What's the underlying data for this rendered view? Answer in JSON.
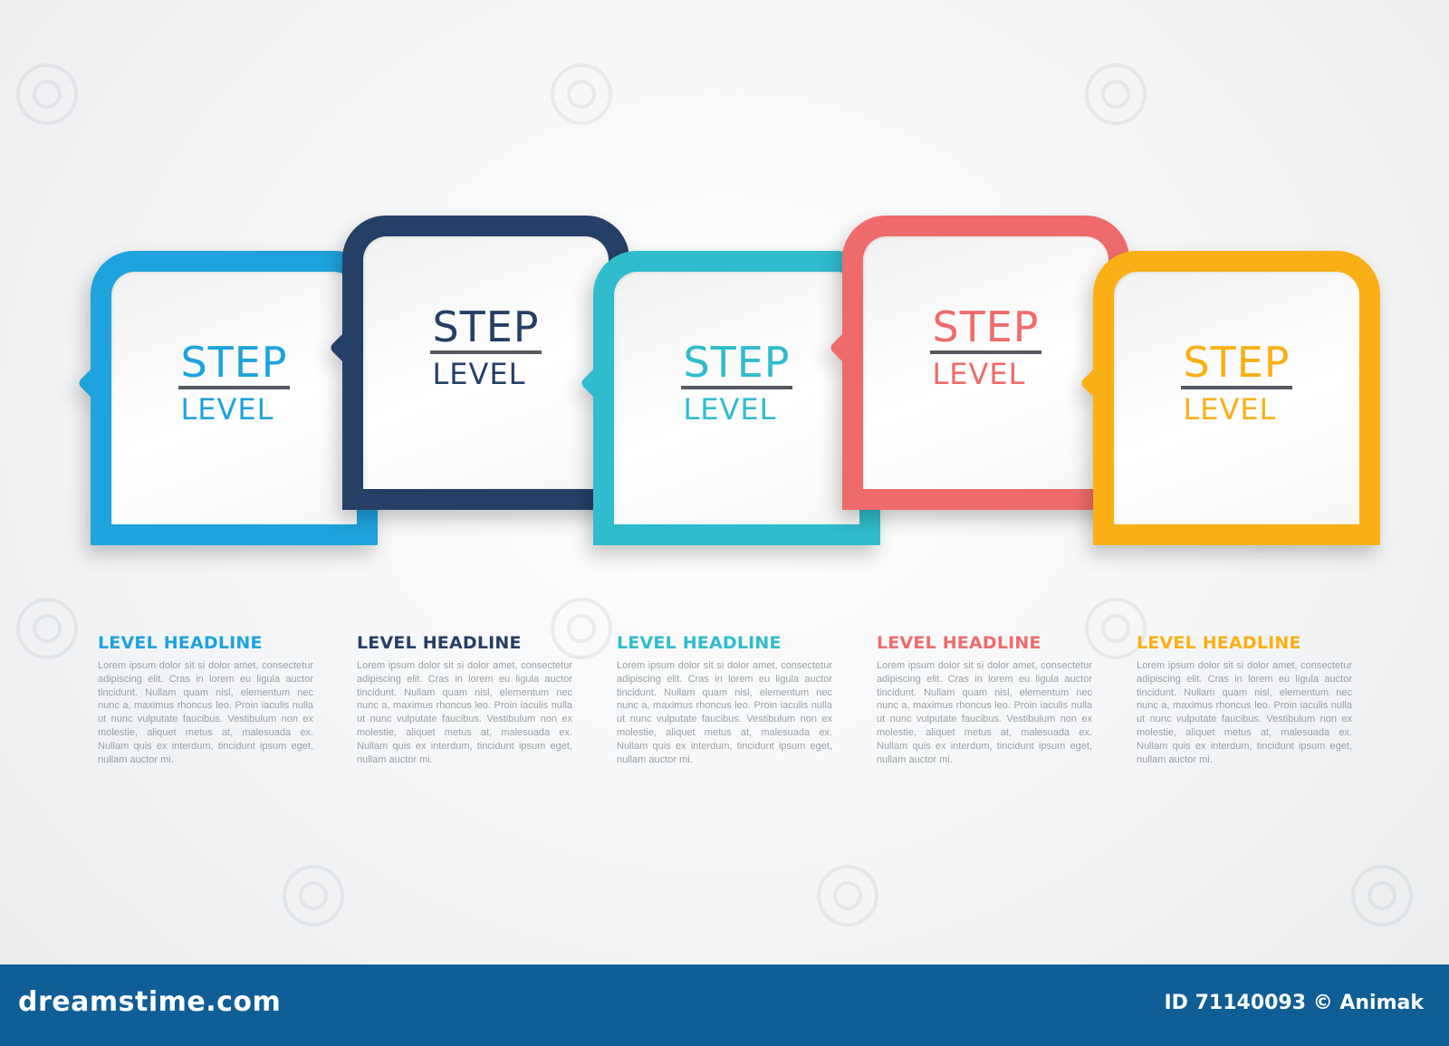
{
  "steps": [
    {
      "step": "STEP",
      "level": "LEVEL",
      "color": "#1ea3dc"
    },
    {
      "step": "STEP",
      "level": "LEVEL",
      "color": "#253f66"
    },
    {
      "step": "STEP",
      "level": "LEVEL",
      "color": "#2fbccd"
    },
    {
      "step": "STEP",
      "level": "LEVEL",
      "color": "#ef6b6b"
    },
    {
      "step": "STEP",
      "level": "LEVEL",
      "color": "#f9b016"
    }
  ],
  "columns": [
    {
      "headline": "LEVEL HEADLINE",
      "body": "Lorem ipsum dolor sit si dolor amet, consectetur adipiscing elit. Cras in lorem eu ligula auctor tincidunt. Nullam quam nisl, elementum nec nunc a, maximus rhoncus leo. Proin iaculis nulla ut nunc vulputate faucibus. Vestibulum non ex molestie, aliquet metus at, malesuada ex. Nullam quis ex interdum, tincidunt ipsum eget, nullam auctor mi."
    },
    {
      "headline": "LEVEL HEADLINE",
      "body": "Lorem ipsum dolor sit si dolor amet, consectetur adipiscing elit. Cras in lorem eu ligula auctor tincidunt. Nullam quam nisl, elementum nec nunc a, maximus rhoncus leo. Proin iaculis nulla ut nunc vulputate faucibus. Vestibulum non ex molestie, aliquet metus at, malesuada ex. Nullam quis ex interdum, tincidunt ipsum eget, nullam auctor mi."
    },
    {
      "headline": "LEVEL HEADLINE",
      "body": "Lorem ipsum dolor sit si dolor amet, consectetur adipiscing elit. Cras in lorem eu ligula auctor tincidunt. Nullam quam nisl, elementum nec nunc a, maximus rhoncus leo. Proin iaculis nulla ut nunc vulputate faucibus. Vestibulum non ex molestie, aliquet metus at, malesuada ex. Nullam quis ex interdum, tincidunt ipsum eget, nullam auctor mi."
    },
    {
      "headline": "LEVEL HEADLINE",
      "body": "Lorem ipsum dolor sit si dolor amet, consectetur adipiscing elit. Cras in lorem eu ligula auctor tincidunt. Nullam quam nisl, elementum nec nunc a, maximus rhoncus leo. Proin iaculis nulla ut nunc vulputate faucibus. Vestibulum non ex molestie, aliquet metus at, malesuada ex. Nullam quis ex interdum, tincidunt ipsum eget, nullam auctor mi."
    },
    {
      "headline": "LEVEL HEADLINE",
      "body": "Lorem ipsum dolor sit si dolor amet, consectetur adipiscing elit. Cras in lorem eu ligula auctor tincidunt. Nullam quam nisl, elementum nec nunc a, maximus rhoncus leo. Proin iaculis nulla ut nunc vulputate faucibus. Vestibulum non ex molestie, aliquet metus at, malesuada ex. Nullam quis ex interdum, tincidunt ipsum eget, nullam auctor mi."
    }
  ],
  "footer": {
    "brand": "dreamstime.com",
    "credit": "ID 71140093 © Animak",
    "color": "#0f5e96"
  }
}
